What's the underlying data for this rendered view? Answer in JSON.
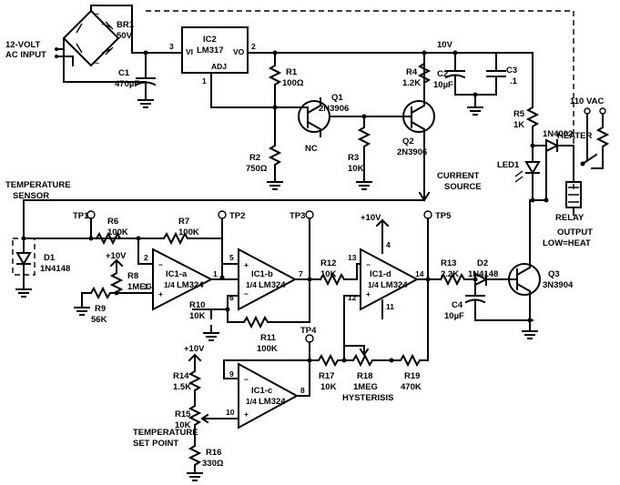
{
  "labels": {
    "br1_name": "BR1",
    "br1_val": "50V",
    "ac_input_1": "12-VOLT",
    "ac_input_2": "AC INPUT",
    "c1_name": "C1",
    "c1_val": "470µF",
    "ic2_name": "IC2",
    "ic2_part": "LM317",
    "ic2_vi": "VI",
    "ic2_vo": "VO",
    "ic2_adj": "ADJ",
    "pin3": "3",
    "pin2": "2",
    "pin1": "1",
    "rail_10v": "10V",
    "r1_name": "R1",
    "r1_val": "100Ω",
    "r2_name": "R2",
    "r2_val": "750Ω",
    "q1_name": "Q1",
    "q1_part": "2N3906",
    "nc": "NC",
    "r3_name": "R3",
    "r3_val": "10K",
    "q2_name": "Q2",
    "q2_part": "2N3906",
    "r4_name": "R4",
    "r4_val": "1.2K",
    "c2_name": "C2",
    "c2_val": "10µF",
    "c3_name": "C3",
    "c3_val": ".1",
    "ac_110": "110 VAC",
    "heater": "HEATER",
    "r5_name": "R5",
    "r5_val": "1K",
    "d_1n4002": "1N4002",
    "led1": "LED1",
    "relay": "RELAY",
    "current_1": "CURRENT",
    "current_2": "SOURCE",
    "temp_1": "TEMPERATURE",
    "temp_2": "SENSOR",
    "tp1": "TP1",
    "tp2": "TP2",
    "tp3": "TP3",
    "tp4": "TP4",
    "tp5": "TP5",
    "r6_name": "R6",
    "r6_val": "100K",
    "r7_name": "R7",
    "r7_val": "100K",
    "plus10v": "+10V",
    "d1_name": "D1",
    "d1_part": "1N4148",
    "r8_name": "R8",
    "r8_val": "1MEG",
    "r9_name": "R9",
    "r9_val": "56K",
    "ic1a": "IC1-a",
    "ic1b": "IC1-b",
    "ic1c": "IC1-c",
    "ic1d": "IC1-d",
    "quarter": "1/4",
    "lm324": "LM324",
    "r10_name": "R10",
    "r10_val": "10K",
    "r11_name": "R11",
    "r11_val": "100K",
    "r12_name": "R12",
    "r12_val": "10K",
    "r13_name": "R13",
    "r13_val": "2.2K",
    "d2_name": "D2",
    "d2_part": "1N4148",
    "q3_name": "Q3",
    "q3_part": "3N3904",
    "c4_name": "C4",
    "c4_val": "10µF",
    "output_1": "OUTPUT",
    "output_2": "LOW=HEAT",
    "r14_name": "R14",
    "r14_val": "1.5K",
    "r15_name": "R15",
    "r15_val": "10K",
    "setpoint_1": "TEMPERATURE",
    "setpoint_2": "SET POINT",
    "r16_name": "R16",
    "r16_val": "330Ω",
    "r17_name": "R17",
    "r17_val": "10K",
    "r18_name": "R18",
    "r18_val": "1MEG",
    "hysteresis": "HYSTERISIS",
    "r19_name": "R19",
    "r19_val": "470K",
    "p1": "1",
    "p2": "2",
    "p3": "3",
    "p4": "4",
    "p5": "5",
    "p6": "6",
    "p7": "7",
    "p8": "8",
    "p9": "9",
    "p10": "10",
    "p11": "11",
    "p12": "12",
    "p13": "13",
    "p14": "14",
    "minus": "−",
    "plus": "+"
  }
}
